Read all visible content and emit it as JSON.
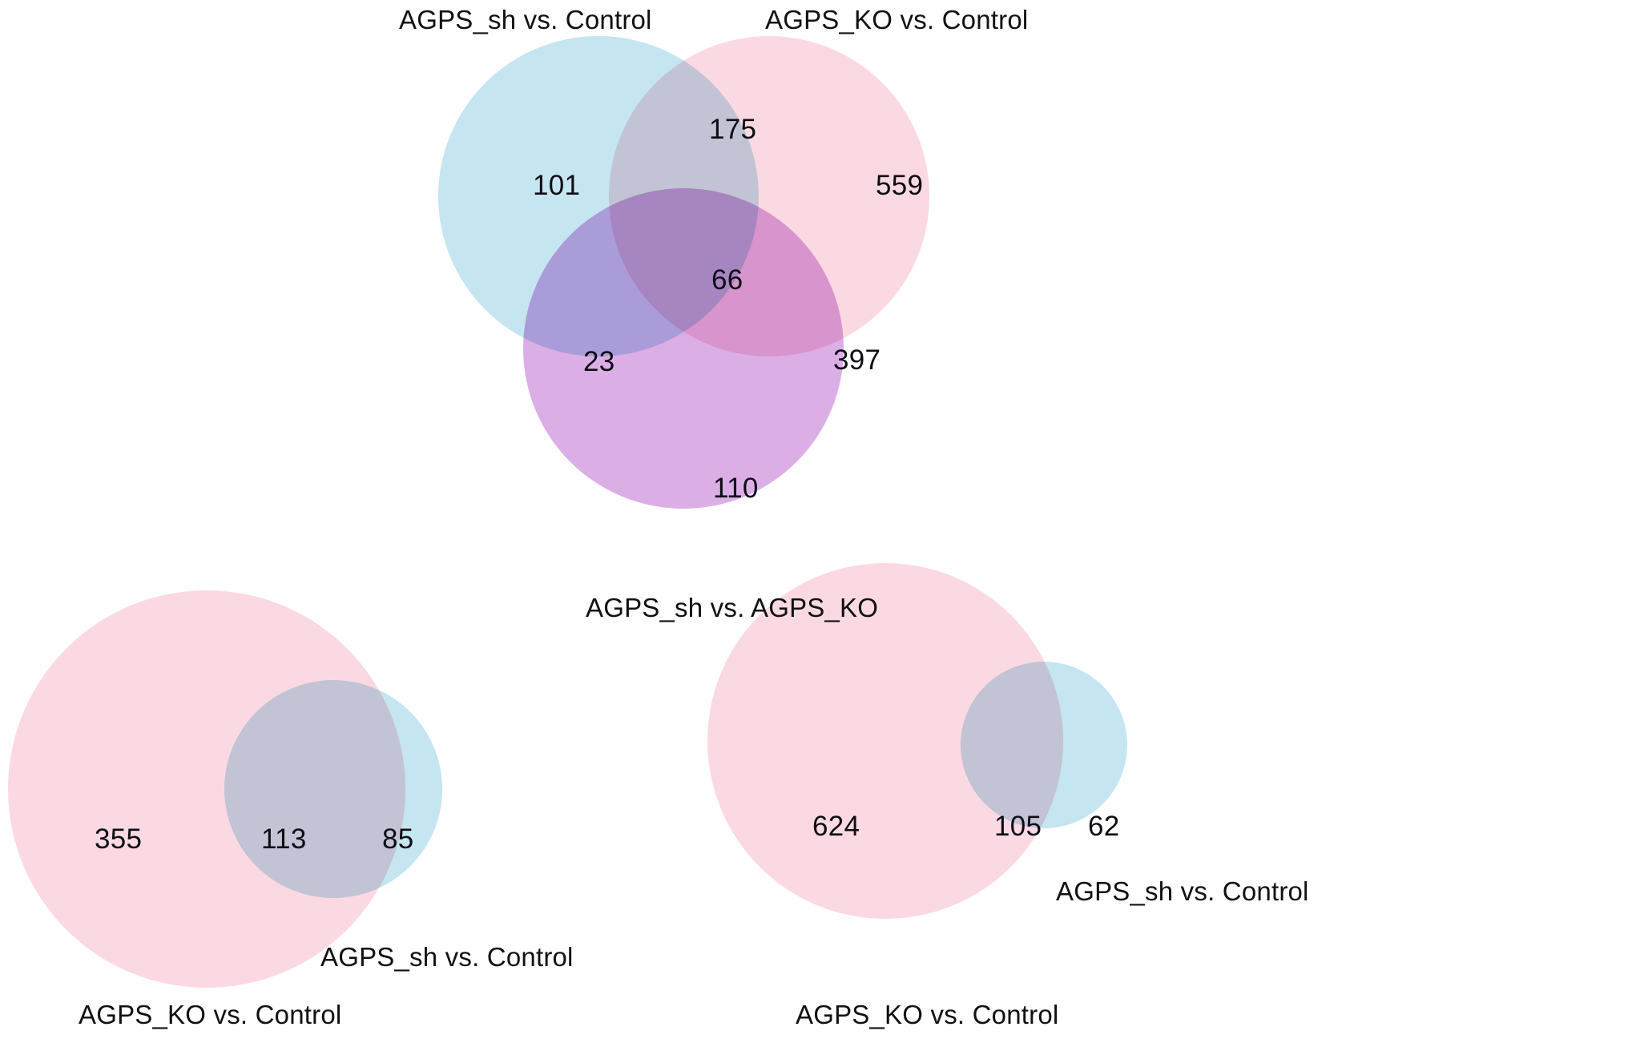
{
  "chart_data": {
    "type": "venn",
    "title": "",
    "panels": [
      {
        "id": "top-three-set",
        "sets": [
          {
            "name": "AGPS_sh vs. Control",
            "color": "#c5e5f0",
            "position": "top-left"
          },
          {
            "name": "AGPS_KO vs. Control",
            "color": "#fbd9e3",
            "position": "top-right"
          },
          {
            "name": "AGPS_sh vs. AGPS_KO",
            "color": "#dcaee6",
            "position": "bottom"
          }
        ],
        "regions": [
          {
            "label": "AGPS_sh vs. Control only",
            "value": 101
          },
          {
            "label": "AGPS_KO vs. Control only",
            "value": 559
          },
          {
            "label": "AGPS_sh vs. AGPS_KO only",
            "value": 110
          },
          {
            "label": "AGPS_sh vs. Control & AGPS_KO vs. Control",
            "value": 175
          },
          {
            "label": "AGPS_sh vs. Control & AGPS_sh vs. AGPS_KO",
            "value": 23
          },
          {
            "label": "AGPS_KO vs. Control & AGPS_sh vs. AGPS_KO",
            "value": 397
          },
          {
            "label": "all three",
            "value": 66
          }
        ]
      },
      {
        "id": "bottom-left-two-set",
        "sets": [
          {
            "name": "AGPS_KO vs. Control",
            "color": "#fbd9e3",
            "position": "left"
          },
          {
            "name": "AGPS_sh vs. Control",
            "color": "#c5e5f0",
            "position": "right"
          }
        ],
        "regions": [
          {
            "label": "AGPS_KO vs. Control only",
            "value": 355
          },
          {
            "label": "intersection",
            "value": 113
          },
          {
            "label": "AGPS_sh vs. Control only",
            "value": 85
          }
        ]
      },
      {
        "id": "bottom-right-two-set",
        "sets": [
          {
            "name": "AGPS_KO vs. Control",
            "color": "#fbd9e3",
            "position": "left"
          },
          {
            "name": "AGPS_sh vs. Control",
            "color": "#c5e5f0",
            "position": "right"
          }
        ],
        "regions": [
          {
            "label": "AGPS_KO vs. Control only",
            "value": 624
          },
          {
            "label": "intersection",
            "value": 105
          },
          {
            "label": "AGPS_sh vs. Control only",
            "value": 62
          }
        ]
      }
    ],
    "colors": {
      "blue": "#c5e5f0",
      "pink": "#fbd9e3",
      "purple": "#dcaee6",
      "background": "#ffffff",
      "text": "#0d0d14"
    }
  },
  "top_venn": {
    "label_sh_control": "AGPS_sh vs. Control",
    "label_ko_control": "AGPS_KO vs. Control",
    "label_sh_ko": "AGPS_sh vs. AGPS_KO",
    "count_sh_only": "101",
    "count_ko_only": "559",
    "count_shko_only": "110",
    "count_sh_ko_control": "175",
    "count_sh_and_shko": "23",
    "count_ko_and_shko": "397",
    "count_all_three": "66"
  },
  "bottom_left_venn": {
    "label_ko_control": "AGPS_KO vs. Control",
    "label_sh_control": "AGPS_sh vs. Control",
    "count_ko_only": "355",
    "count_intersection": "113",
    "count_sh_only": "85"
  },
  "bottom_right_venn": {
    "label_ko_control": "AGPS_KO vs. Control",
    "label_sh_control": "AGPS_sh vs. Control",
    "count_ko_only": "624",
    "count_intersection": "105",
    "count_sh_only": "62"
  }
}
